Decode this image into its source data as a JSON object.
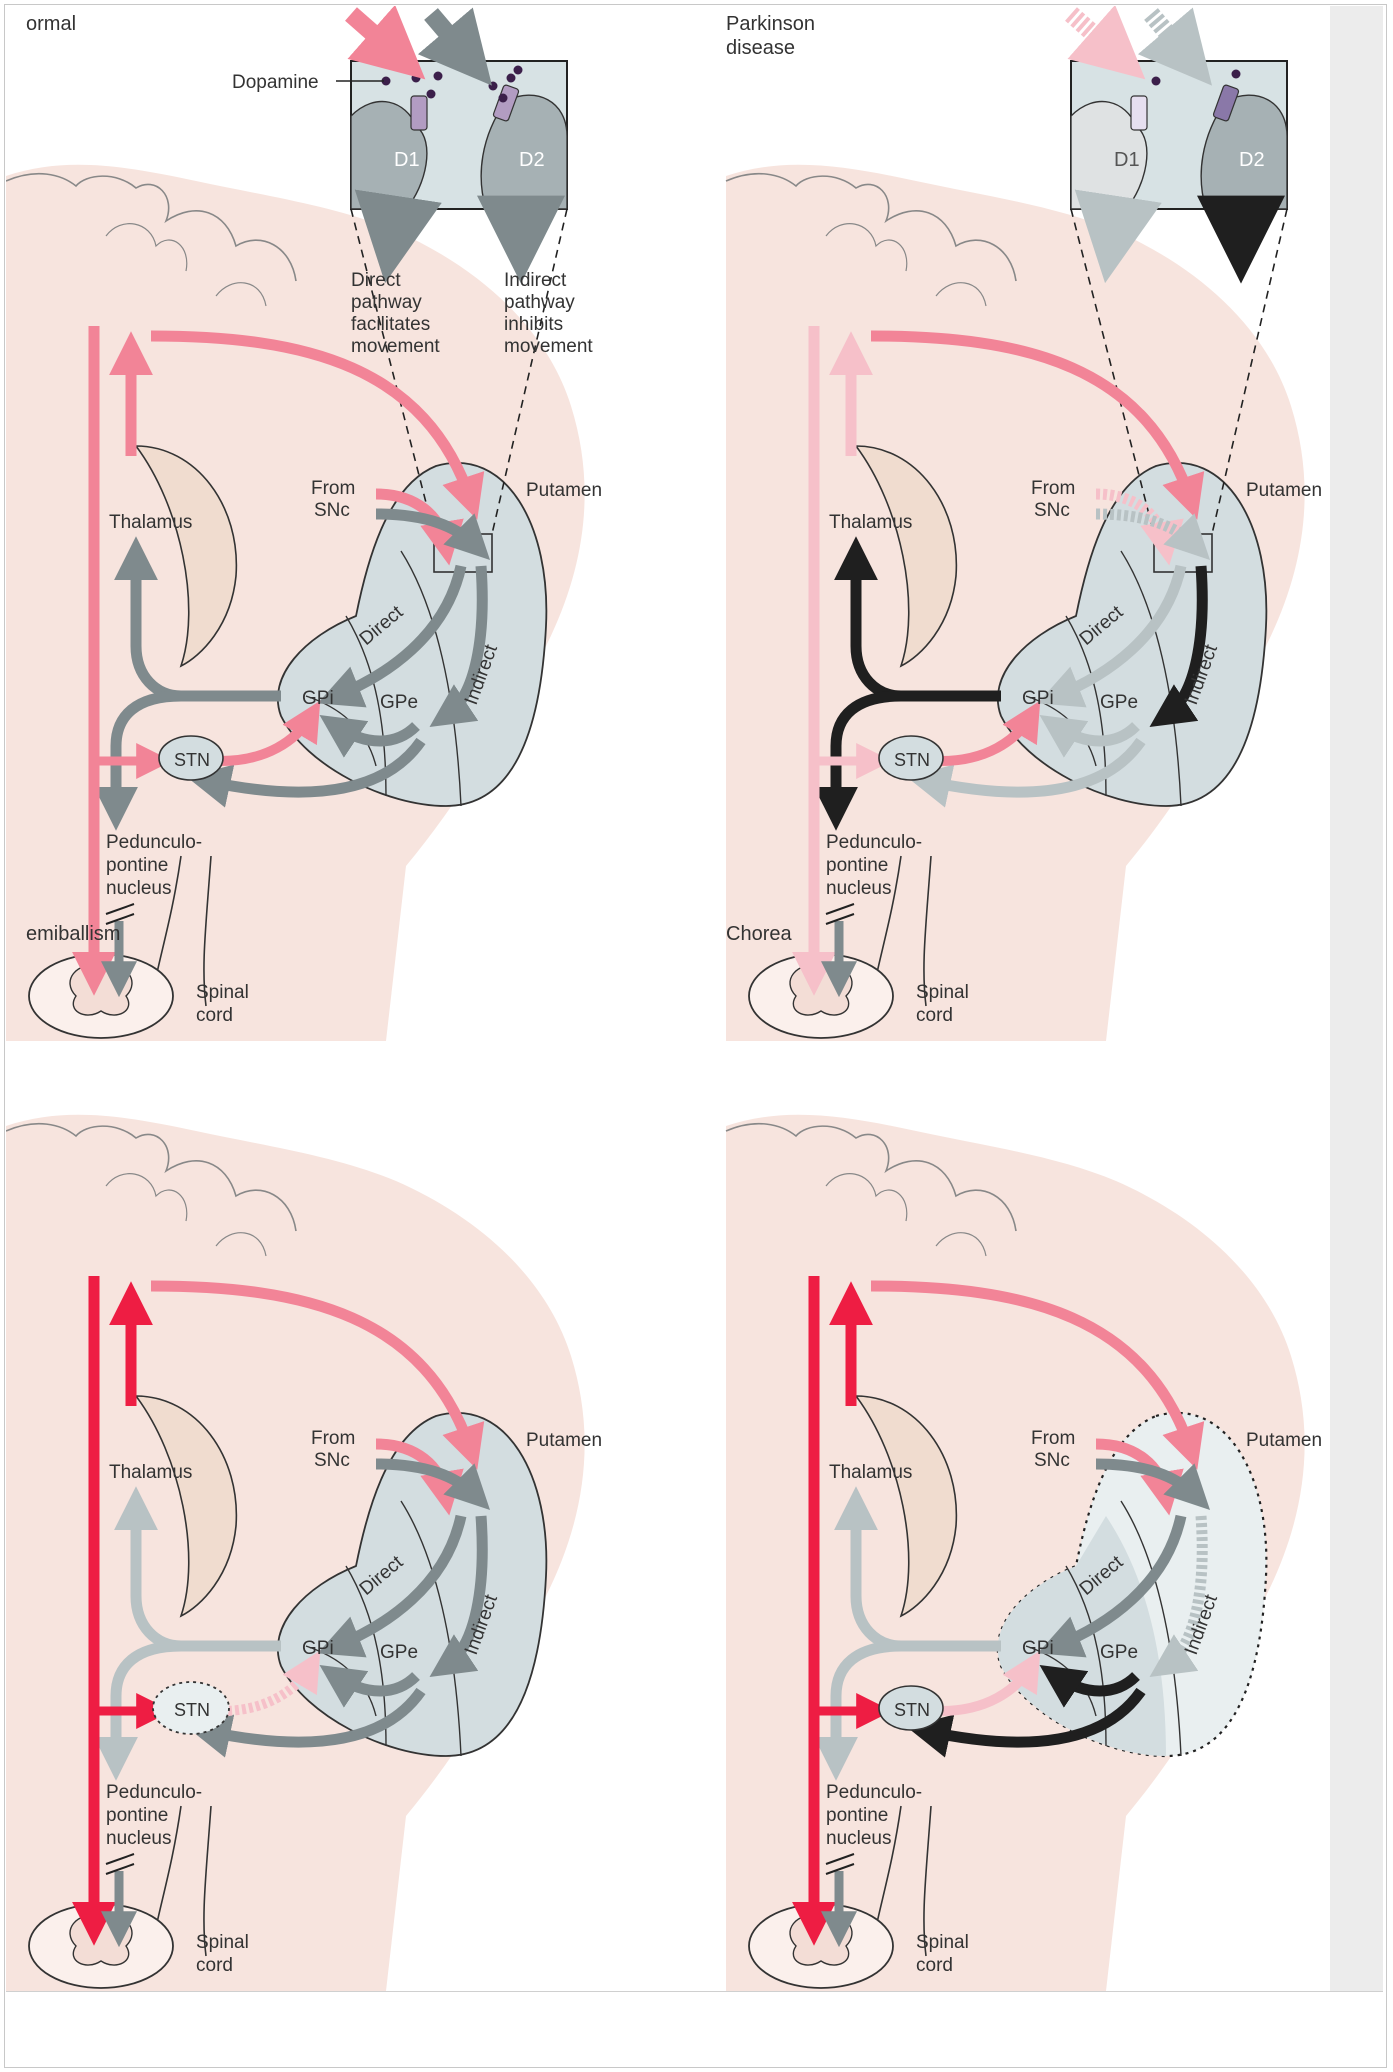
{
  "panels": {
    "normal": {
      "title": "ormal",
      "inset": {
        "label_dopamine": "Dopamine",
        "label_d1": "D1",
        "label_d2": "D2",
        "direct_caption": [
          "Direct",
          "pathway",
          "facilitates",
          "movement"
        ],
        "indirect_caption": [
          "Indirect",
          "pathway",
          "inhibits",
          "movement"
        ]
      }
    },
    "parkinson": {
      "title_lines": [
        "Parkinson",
        "disease"
      ],
      "inset": {
        "label_d1": "D1",
        "label_d2": "D2"
      }
    },
    "hemiballism": {
      "title": "emiballism"
    },
    "chorea": {
      "title": "Chorea"
    }
  },
  "labels": {
    "putamen": "Putamen",
    "from": "From",
    "snc": "SNc",
    "thalamus": "Thalamus",
    "direct": "Direct",
    "indirect": "Indirect",
    "gpi": "GPi",
    "gpe": "GPe",
    "stn": "STN",
    "pedunculo": [
      "Pedunculo-",
      "pontine",
      "nucleus"
    ],
    "spinal": [
      "Spinal",
      "cord"
    ]
  },
  "colors": {
    "brain_fill": "#f7e4de",
    "cortex_fill": "#f3ddd6",
    "thalamus_fill": "#f0dccf",
    "putamen_fill": "#d3dde0",
    "putamen_chorea_fill": "#e9eff0",
    "inset_fill": "#d7e2e4",
    "pink": "#f28497",
    "light_pink": "#f6c0c9",
    "red": "#ee1d43",
    "gray": "#7f8a8d",
    "light_gray": "#b8c2c4",
    "black": "#1f1f1f",
    "dopamine_dot": "#3b1f4a",
    "receptor": "#b29cc2"
  }
}
